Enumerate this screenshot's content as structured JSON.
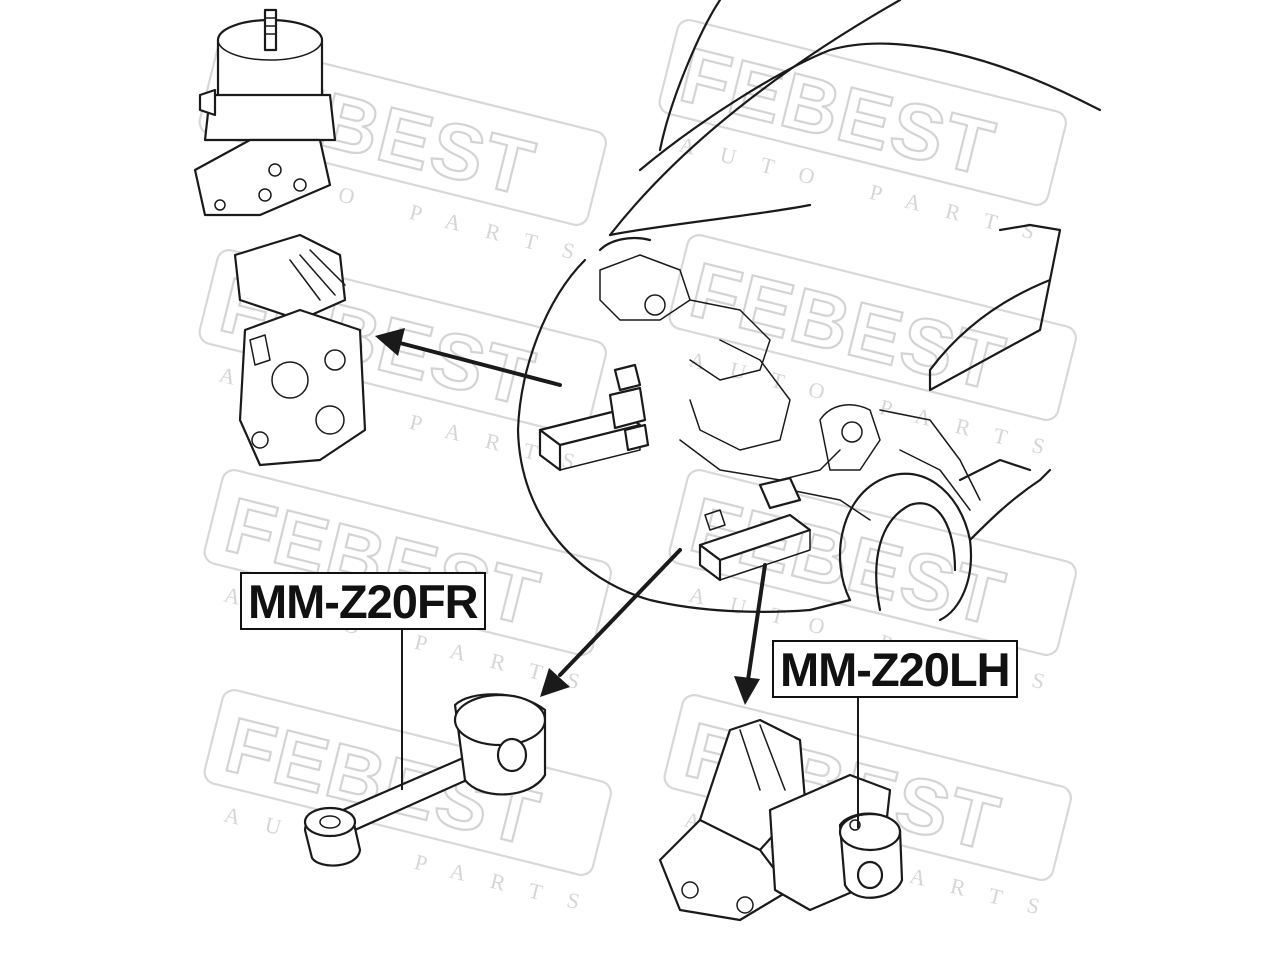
{
  "watermark": {
    "brand": "FEBEST",
    "tagline": "AUTO PARTS"
  },
  "labels": {
    "front_right_mount": "MM-Z20FR",
    "left_mount": "MM-Z20LH"
  }
}
